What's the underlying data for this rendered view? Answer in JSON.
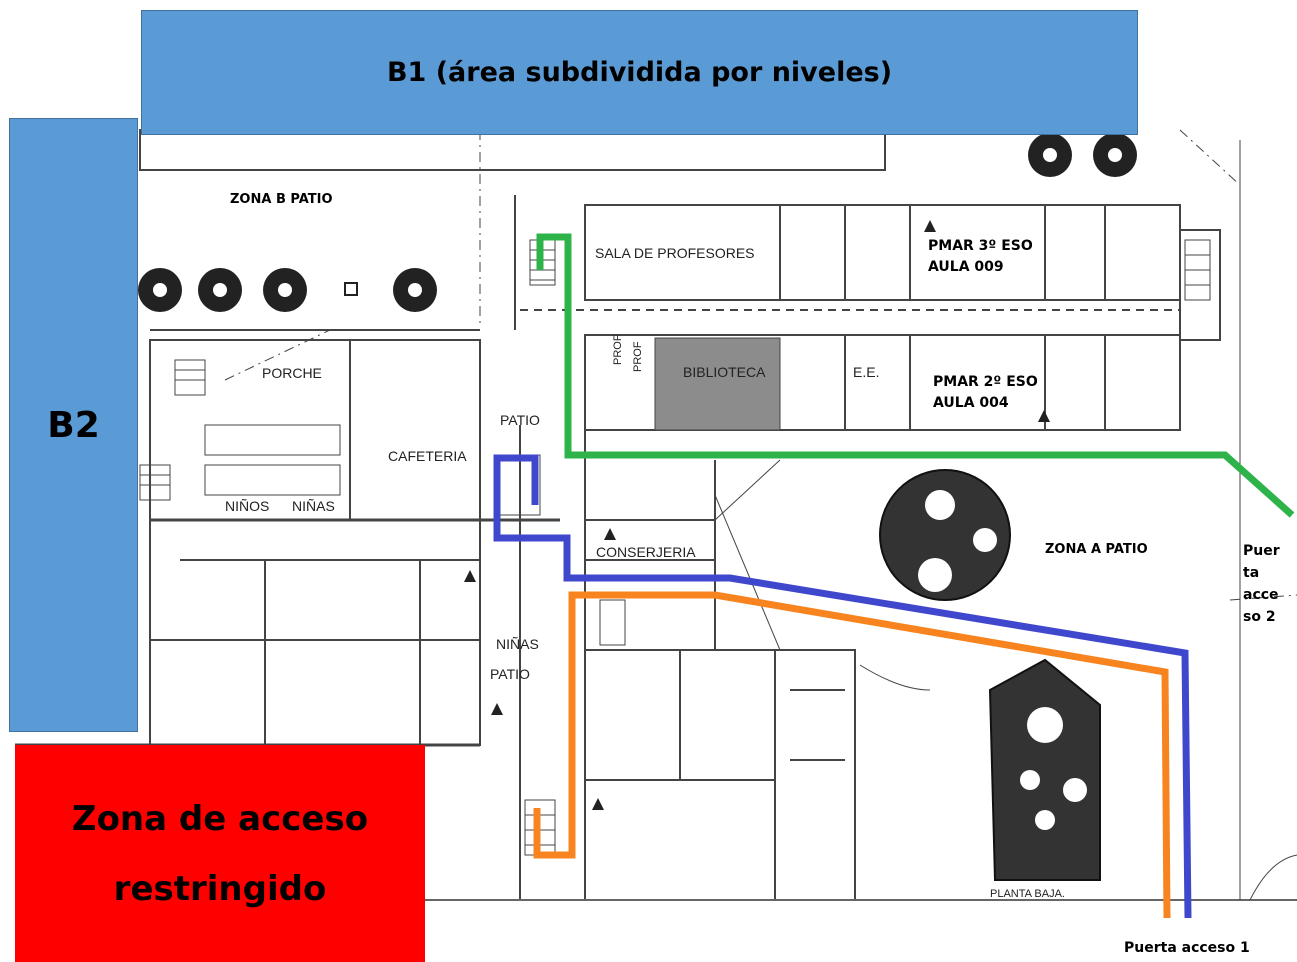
{
  "overlays": {
    "b1": "B1 (área subdividida por niveles)",
    "b2": "B2",
    "restricted_line1": "Zona de acceso",
    "restricted_line2": "restringido"
  },
  "rooms": {
    "zona_b_patio": "ZONA B PATIO",
    "sala_profesores": "SALA DE PROFESORES",
    "pmar3_line1": "PMAR 3º ESO",
    "pmar3_line2": "AULA 009",
    "porche": "PORCHE",
    "biblioteca": "BIBLIOTECA",
    "ee": "E.E.",
    "pmar2_line1": "PMAR 2º ESO",
    "pmar2_line2": "AULA 004",
    "patio_upper": "PATIO",
    "cafeteria": "CAFETERIA",
    "ninos": "NIÑOS",
    "ninas_upper": "NIÑAS",
    "conserjeria": "CONSERJERIA",
    "zona_a_patio": "ZONA A PATIO",
    "ninas_lower": "NIÑAS",
    "patio_lower": "PATIO",
    "planta_baja": "PLANTA BAJA.",
    "prof1": "PROF",
    "prof2": "PROF"
  },
  "doors": {
    "door2_line1": "Puer",
    "door2_line2": "ta",
    "door2_line3": "acce",
    "door2_line4": "so 2",
    "door1": "Puerta acceso 1"
  },
  "routes": [
    {
      "color": "#2db34a"
    },
    {
      "color": "#3f48cc"
    },
    {
      "color": "#f7841e"
    }
  ],
  "colors": {
    "overlay_blue": "#5b9bd5",
    "restricted_red": "#ff0000",
    "library_gray": "#8c8c8c"
  }
}
